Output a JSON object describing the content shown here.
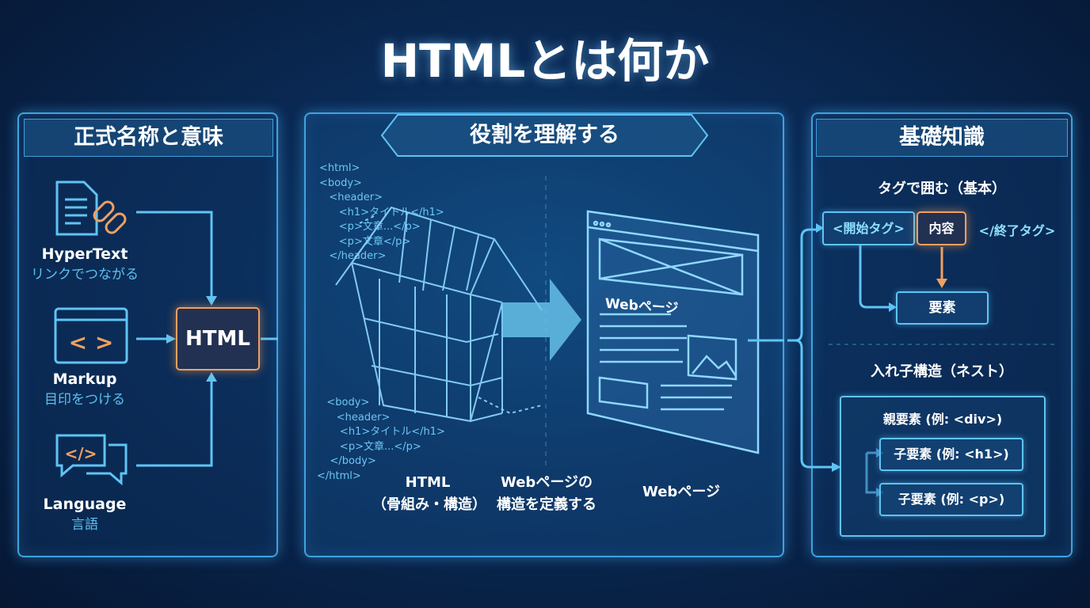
{
  "title": "HTMLとは何か",
  "left": {
    "header": "正式名称と意味",
    "items": [
      {
        "icon": "document-link-icon",
        "label": "HyperText",
        "sub": "リンクでつながる"
      },
      {
        "icon": "code-window-icon",
        "label": "Markup",
        "sub": "目印をつける"
      },
      {
        "icon": "chat-code-icon",
        "label": "Language",
        "sub": "言語"
      }
    ],
    "center": "HTML",
    "code_glyph": "< >",
    "chat_glyph": "</>"
  },
  "middle": {
    "header": "役割を理解する",
    "code_top": "<html>\n<body>\n   <header>\n      <h1>タイトル</h1>\n      <p>文章...</p>\n      <p>文章</p>\n   </header>",
    "code_bottom": "   <body>\n      <header>\n       <h1>タイトル</h1>\n       <p>文章...</p>\n    </body>\n</html>",
    "webpage_label": "Webページ",
    "captions": [
      {
        "line1": "HTML",
        "line2": "（骨組み・構造）"
      },
      {
        "line1": "Webページの",
        "line2": "構造を定義する"
      },
      {
        "line1": "Webページ",
        "line2": ""
      }
    ]
  },
  "right": {
    "header": "基礎知識",
    "tag_title": "タグで囲む（基本）",
    "open_tag": "<開始タグ>",
    "content": "内容",
    "close_tag": "</終了タグ>",
    "element": "要素",
    "nest_title": "入れ子構造（ネスト）",
    "parent": "親要素 (例: <div>)",
    "children": [
      "子要素 (例: <h1>)",
      "子要素 (例: <p>)"
    ]
  },
  "colors": {
    "accent": "#5fc4f4",
    "highlight": "#f0a060",
    "background": "#0a2a55"
  }
}
